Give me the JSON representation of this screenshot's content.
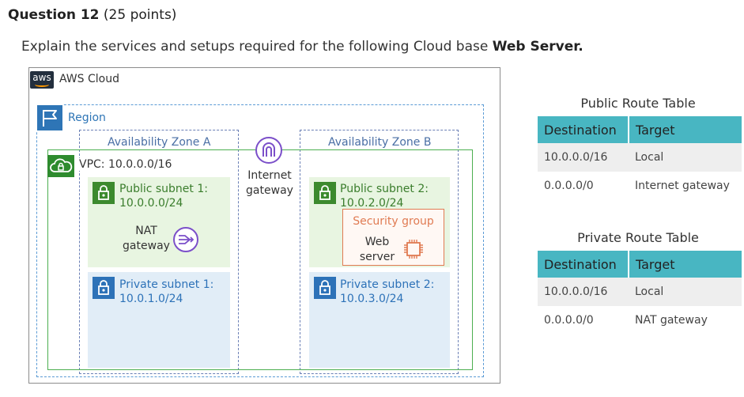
{
  "question": {
    "number_label": "Question 12",
    "points": "(25 points)",
    "text": "Explain the services and setups required for the following Cloud base ",
    "emphasis": "Web Server."
  },
  "diagram": {
    "aws_logo": "aws",
    "cloud_label": "AWS Cloud",
    "region_label": "Region",
    "az_a_label": "Availability Zone A",
    "az_b_label": "Availability Zone B",
    "vpc_label": "VPC: 10.0.0.0/16",
    "igw_label": "Internet gateway",
    "public_subnet_1": {
      "name": "Public subnet 1:",
      "cidr": "10.0.0.0/24"
    },
    "private_subnet_1": {
      "name": "Private subnet 1:",
      "cidr": "10.0.1.0/24"
    },
    "public_subnet_2": {
      "name": "Public subnet 2:",
      "cidr": "10.0.2.0/24"
    },
    "private_subnet_2": {
      "name": "Private subnet 2:",
      "cidr": "10.0.3.0/24"
    },
    "nat_label": "NAT gateway",
    "security_group_label": "Security group",
    "web_server_label": "Web server",
    "colors": {
      "region": "#5b9bd5",
      "vpc": "#4caf50",
      "public_subnet": "#e8f5e1",
      "private_subnet": "#e1edf7",
      "security_group": "#e07b53",
      "table_header": "#48b6c2"
    }
  },
  "public_route_table": {
    "title": "Public Route Table",
    "headers": [
      "Destination",
      "Target"
    ],
    "rows": [
      [
        "10.0.0.0/16",
        "Local"
      ],
      [
        "0.0.0.0/0",
        "Internet gateway"
      ]
    ]
  },
  "private_route_table": {
    "title": "Private Route Table",
    "headers": [
      "Destination",
      "Target"
    ],
    "rows": [
      [
        "10.0.0.0/16",
        "Local"
      ],
      [
        "0.0.0.0/0",
        "NAT gateway"
      ]
    ]
  }
}
